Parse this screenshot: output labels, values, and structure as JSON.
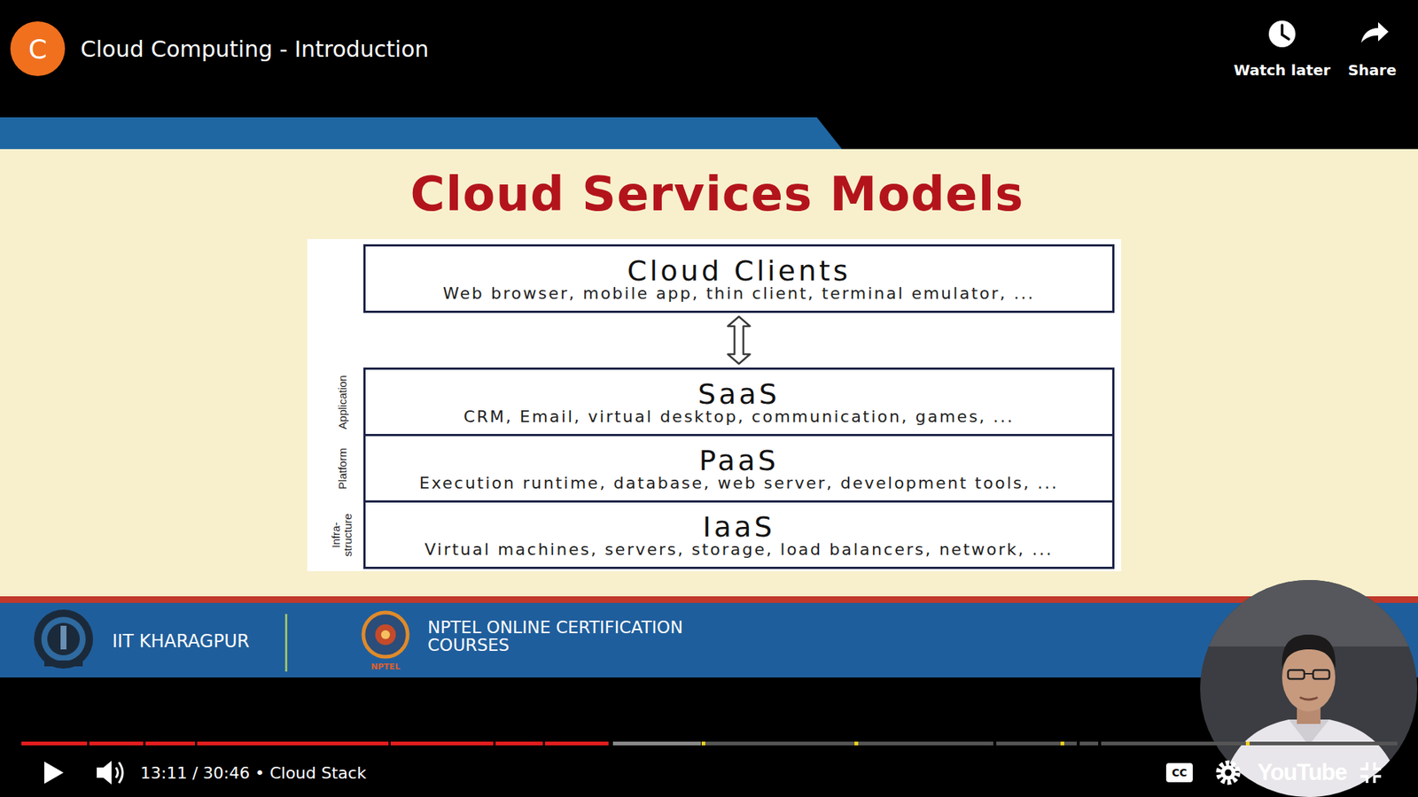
{
  "diagram": {
    "title": "Cloud Services Models",
    "nodes": [
      {
        "text": [
          "C"
        ]
      },
      {
        "text": [
          "Cloud Clients",
          "Web browser, mobile app, thin client, terminal emulator, ..."
        ]
      },
      {
        "text": [
          "SaaS",
          "CRM, Email, virtual desktop, communication, games, ..."
        ]
      },
      {
        "text": [
          "PaaS",
          "Execution runtime, database, web server, development tools, ..."
        ]
      },
      {
        "text": [
          "IaaS",
          "Virtual machines, servers, storage, load balancers, network, ..."
        ]
      },
      {
        "text": [
          "CC"
        ]
      }
    ],
    "edges": [
      {
        "from": 1,
        "to": 2,
        "arrow": "both"
      }
    ],
    "labels": [
      "Cloud Computing - Introduction",
      "Watch later",
      "Share",
      "Application",
      "Platform",
      "Infra- structure",
      "IIT KHARAGPUR",
      "NPTEL ONLINE CERTIFICATION COURSES",
      "NPTEL",
      "13:11 / 30:46 • Cloud Stack",
      "YouTube"
    ]
  }
}
